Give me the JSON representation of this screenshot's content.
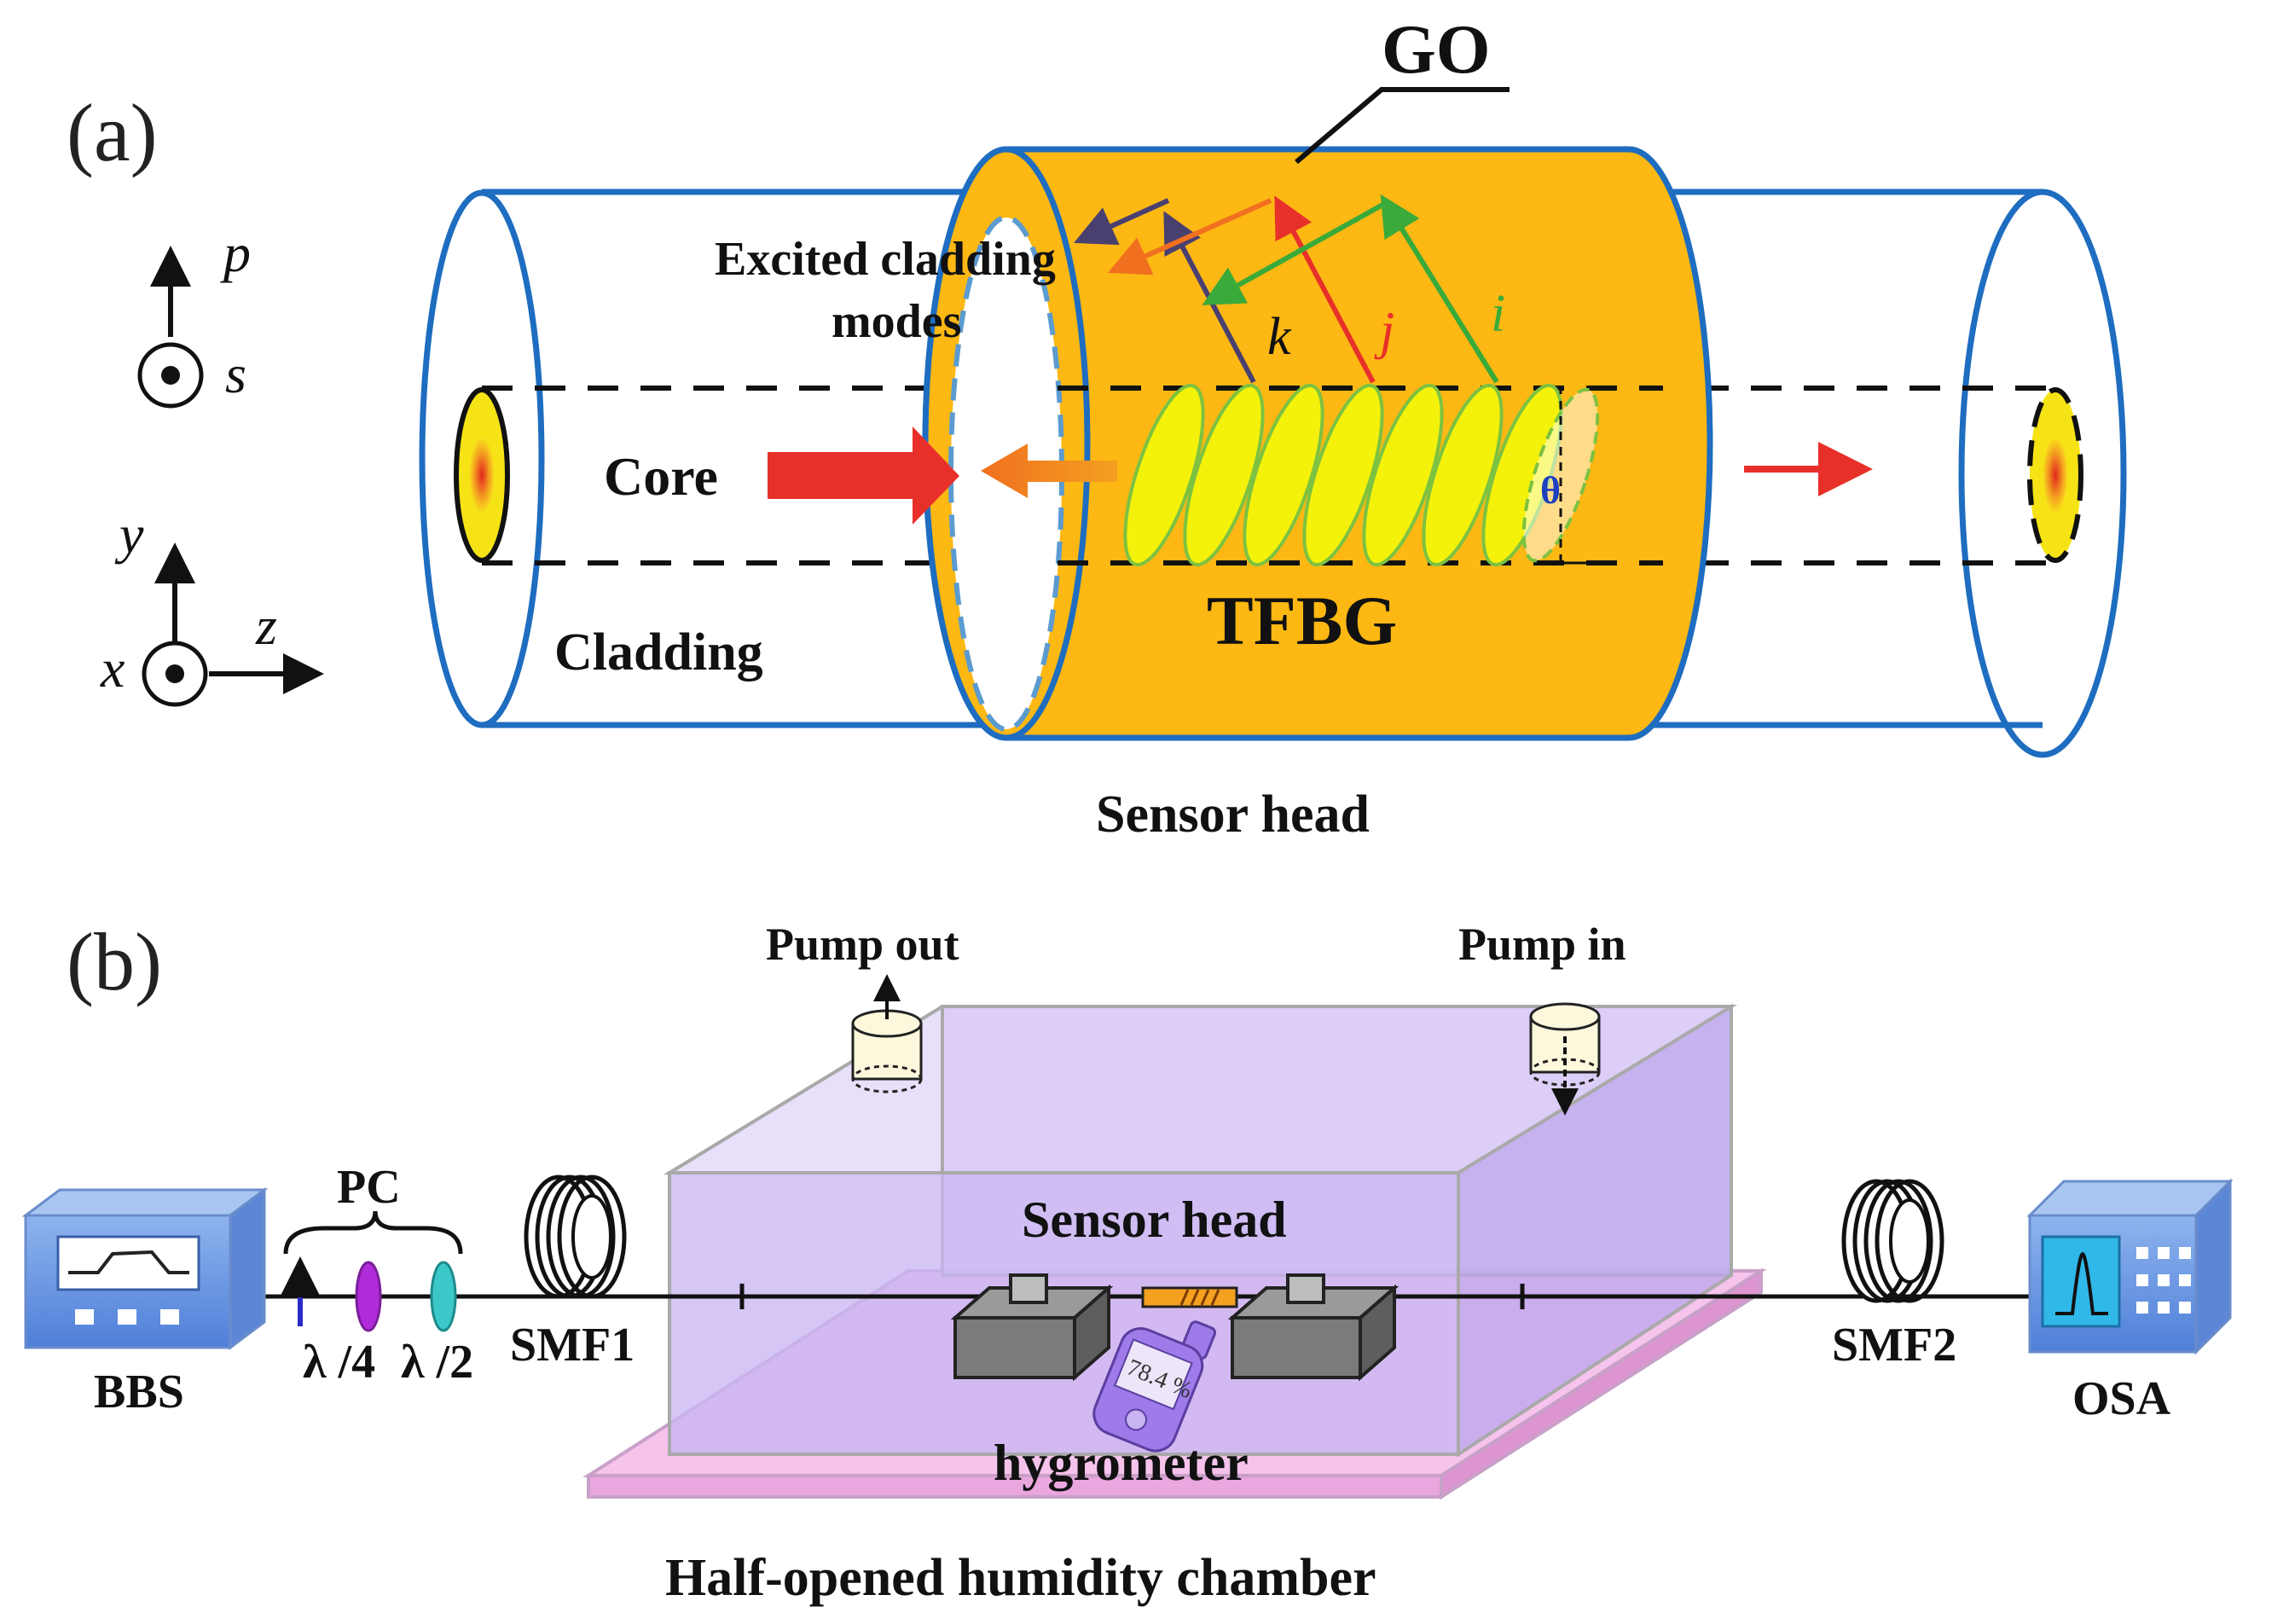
{
  "panel_a": {
    "tag": "(a)",
    "go_label": "GO",
    "excited_line1": "Excited cladding",
    "excited_line2": "modes",
    "mode_k": "k",
    "mode_j": "j",
    "mode_i": "i",
    "core_label": "Core",
    "cladding_label": "Cladding",
    "tfbg_label": "TFBG",
    "theta_label": "θ",
    "sensor_head_label": "Sensor head",
    "axes": {
      "p": "p",
      "s": "s",
      "x": "x",
      "y": "y",
      "z": "z"
    }
  },
  "panel_b": {
    "tag": "(b)",
    "pump_out": "Pump out",
    "pump_in": "Pump in",
    "pc_label": "PC",
    "sensor_head_label": "Sensor head",
    "bbs_label": "BBS",
    "quarter_wave": "λ /4",
    "half_wave": "λ /2",
    "smf1": "SMF1",
    "smf2": "SMF2",
    "osa_label": "OSA",
    "hygrometer_label": "hygrometer",
    "hygrometer_reading": "78.4 %",
    "chamber_label": "Half-opened humidity chamber"
  },
  "colors": {
    "go_coating": "#FDB813",
    "cladding_outline": "#1E6DC0",
    "grating": "#F4F20A",
    "arrow_red": "#E8302A",
    "chamber": "#C9B6F2",
    "chamber_floor": "#F3B8E8"
  }
}
